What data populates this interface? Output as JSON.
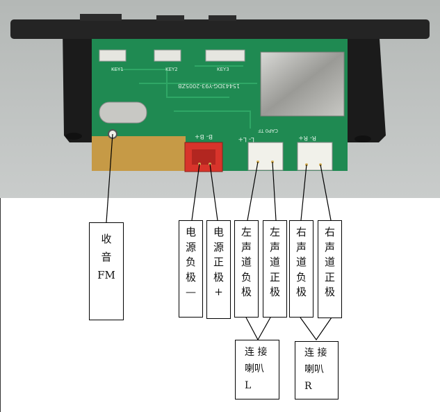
{
  "labels": {
    "fm": "收\n音\nFM",
    "power_neg": "电\n源\n负\n极\n—",
    "power_pos": "电\n源\n正\n极\n+",
    "left_neg": "左\n声\n道\n负\n极",
    "left_pos": "左\n声\n道\n正\n极",
    "right_neg": "右\n声\n道\n负\n极",
    "right_pos": "右\n声\n道\n正\n极",
    "speaker_l": "连 接\n喇叭\nL",
    "speaker_r": "连 接\n喇叭\nR"
  },
  "board_text": {
    "key1": "KEY1",
    "key2": "KEY2",
    "key3": "KEY3",
    "pcb_code": "15443DG-Y93-2005ZB",
    "power_pins": "B- B+",
    "left_pins": "L- L+",
    "right_pins": "R- R+",
    "tf_card": "CAP0 TF"
  },
  "colors": {
    "pcb_green": "#1f8a52",
    "connector_red": "#d8342b",
    "connector_white": "#f1f1ea",
    "faceplate": "#242424",
    "gold_edge": "#c69a46"
  }
}
